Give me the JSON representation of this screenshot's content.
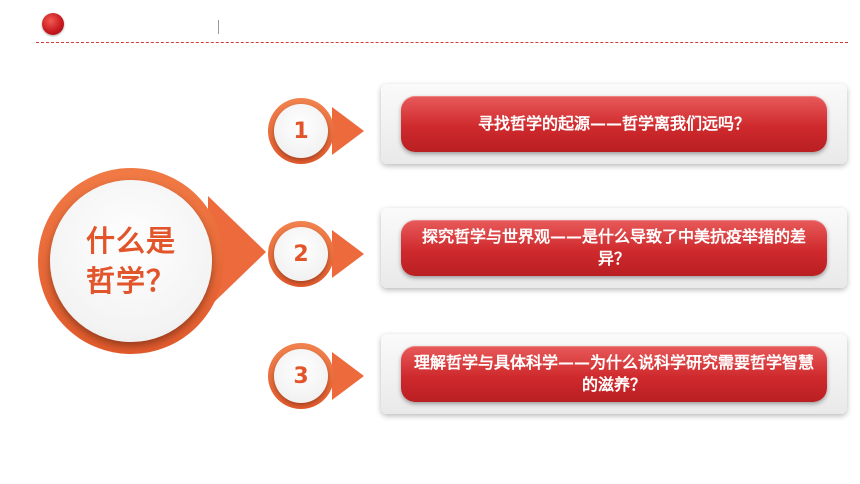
{
  "slide": {
    "main_topic": "什么是哲学？",
    "items": [
      {
        "number": "1",
        "text": "寻找哲学的起源——哲学离我们远吗？"
      },
      {
        "number": "2",
        "text": "探究哲学与世界观——是什么导致了中美抗疫举措的差异？"
      },
      {
        "number": "3",
        "text": "理解哲学与具体科学——为什么说科学研究需要哲学智慧的滋养？"
      }
    ]
  },
  "colors": {
    "accent_orange": "#ec6a3c",
    "pill_red": "#cf2a2d",
    "header_red": "#c5161d"
  }
}
